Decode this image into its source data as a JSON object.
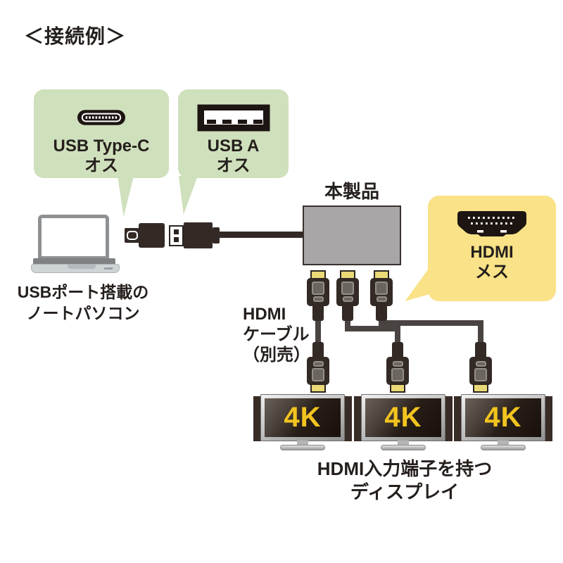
{
  "title": "＜接続例＞",
  "callouts": {
    "usbc": {
      "line1": "USB Type-C",
      "line2": "オス"
    },
    "usba": {
      "line1": "USB A",
      "line2": "オス"
    },
    "hdmi": {
      "line1": "HDMI",
      "line2": "メス"
    }
  },
  "labels": {
    "laptop_line1": "USBポート搭載の",
    "laptop_line2": "ノートパソコン",
    "product": "本製品",
    "cable_line1": "HDMI",
    "cable_line2": "ケーブル",
    "cable_line3": "（別売）",
    "displays_line1": "HDMI入力端子を持つ",
    "displays_line2": "ディスプレイ"
  },
  "displays": [
    {
      "badge": "4K"
    },
    {
      "badge": "4K"
    },
    {
      "badge": "4K"
    }
  ],
  "colors": {
    "callout_green": "#cfe0bc",
    "callout_yellow": "#f9e287",
    "product_gray": "#a8a6a6",
    "plug_black": "#332a26",
    "connector_gold": "#e9d977",
    "cable_gray": "#494341",
    "badge_yellow": "#f2c41e"
  }
}
